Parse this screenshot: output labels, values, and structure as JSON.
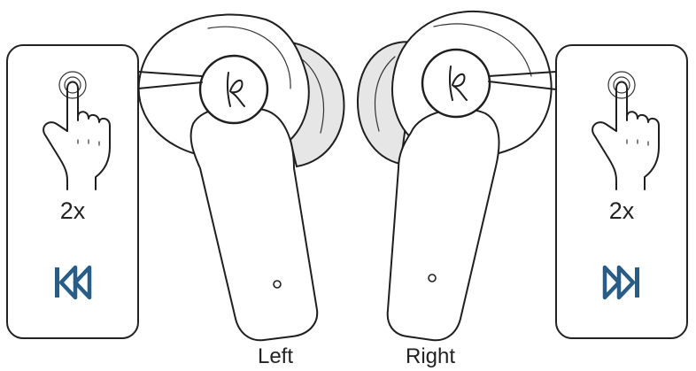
{
  "colors": {
    "line": "#1f1f1f",
    "accent_blue": "#2a5d86",
    "panel_border": "#222222"
  },
  "left_panel": {
    "gesture": "double-tap",
    "tap_icon": "tap-finger-icon",
    "count_label": "2x",
    "action_icon": "previous-track-icon"
  },
  "right_panel": {
    "gesture": "double-tap",
    "tap_icon": "tap-finger-icon",
    "count_label": "2x",
    "action_icon": "next-track-icon"
  },
  "earbuds": {
    "left_label": "Left",
    "right_label": "Right",
    "logo_icon": "k-logo-icon"
  }
}
